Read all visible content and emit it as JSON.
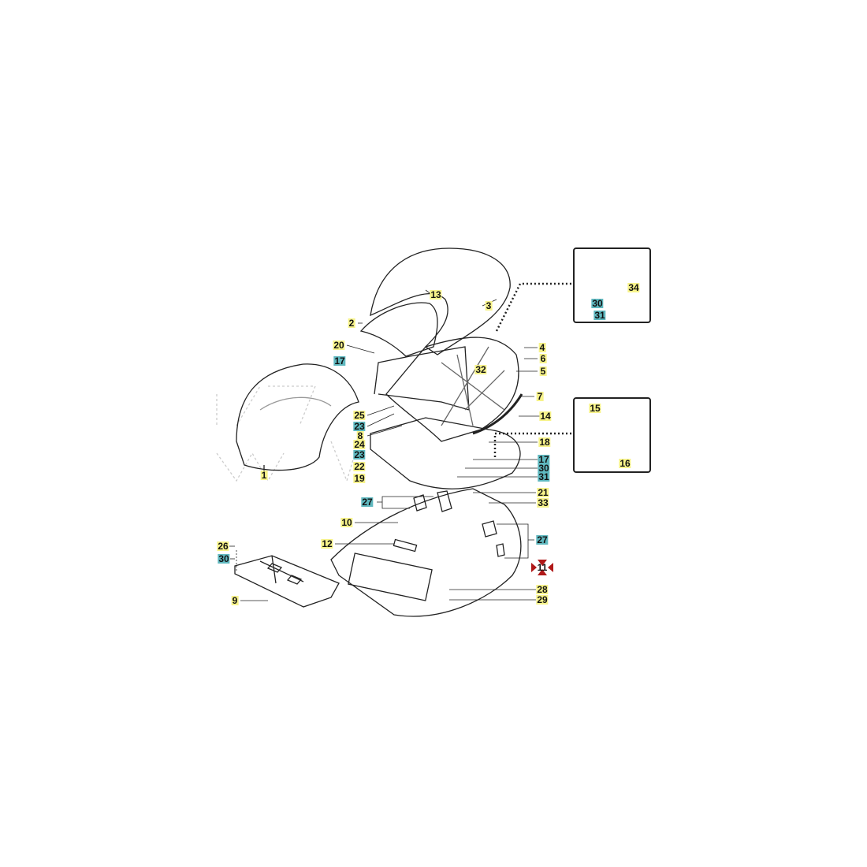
{
  "title": "Seat and body exploded parts diagram",
  "colors": {
    "main_label": "#f7f38a",
    "sub_label": "#5fb8bf",
    "marker": "#b01818",
    "line": "#222222"
  },
  "labels": [
    {
      "n": "13",
      "style": "yellow"
    },
    {
      "n": "3",
      "style": "yellow"
    },
    {
      "n": "2",
      "style": "yellow"
    },
    {
      "n": "20",
      "style": "yellow"
    },
    {
      "n": "17",
      "style": "teal"
    },
    {
      "n": "4",
      "style": "yellow"
    },
    {
      "n": "6",
      "style": "yellow"
    },
    {
      "n": "5",
      "style": "yellow"
    },
    {
      "n": "32",
      "style": "yellow"
    },
    {
      "n": "7",
      "style": "yellow"
    },
    {
      "n": "14",
      "style": "yellow"
    },
    {
      "n": "25",
      "style": "yellow"
    },
    {
      "n": "23",
      "style": "teal"
    },
    {
      "n": "8",
      "style": "yellow"
    },
    {
      "n": "24",
      "style": "yellow"
    },
    {
      "n": "23",
      "style": "teal"
    },
    {
      "n": "22",
      "style": "yellow"
    },
    {
      "n": "19",
      "style": "yellow"
    },
    {
      "n": "1",
      "style": "yellow"
    },
    {
      "n": "18",
      "style": "yellow"
    },
    {
      "n": "17",
      "style": "teal"
    },
    {
      "n": "30",
      "style": "teal"
    },
    {
      "n": "31",
      "style": "teal"
    },
    {
      "n": "21",
      "style": "yellow"
    },
    {
      "n": "33",
      "style": "yellow"
    },
    {
      "n": "27",
      "style": "teal"
    },
    {
      "n": "10",
      "style": "yellow"
    },
    {
      "n": "12",
      "style": "yellow"
    },
    {
      "n": "27",
      "style": "teal"
    },
    {
      "n": "11",
      "style": "red"
    },
    {
      "n": "26",
      "style": "yellow"
    },
    {
      "n": "30",
      "style": "teal"
    },
    {
      "n": "9",
      "style": "yellow"
    },
    {
      "n": "28",
      "style": "yellow"
    },
    {
      "n": "29",
      "style": "yellow"
    },
    {
      "n": "34",
      "style": "yellow"
    },
    {
      "n": "30",
      "style": "teal"
    },
    {
      "n": "31",
      "style": "teal"
    },
    {
      "n": "15",
      "style": "yellow"
    },
    {
      "n": "16",
      "style": "yellow"
    }
  ]
}
